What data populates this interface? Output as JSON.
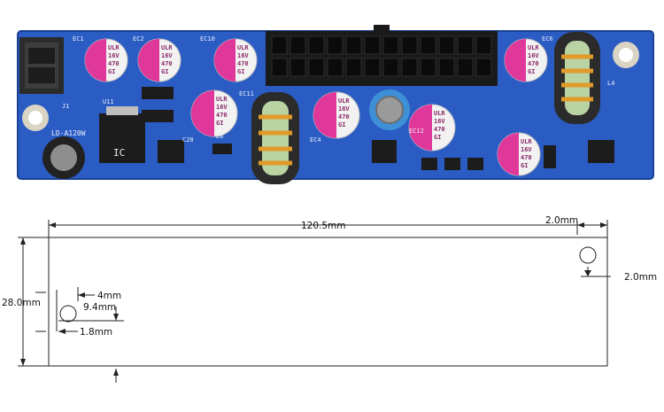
{
  "board": {
    "silkscreen": {
      "model": "LD-A120W",
      "j1": "J1",
      "u11": "U11",
      "l4": "L4",
      "ec1": "EC1",
      "ec2": "EC2",
      "ec10": "EC10",
      "ec11": "EC11",
      "ec4": "EC4",
      "ec6": "EC6",
      "ec12": "EC12",
      "d6": "D6",
      "c20": "C20"
    },
    "capacitor_label": [
      "ULR",
      "16V",
      "470",
      "GI"
    ],
    "ic_text": "IC"
  },
  "drawing": {
    "width_label": "120.5mm",
    "height_label": "28.0mm",
    "top_right_offset_label": "2.0mm",
    "right_offset_label": "2.0mm",
    "left_hole_x_label": "4mm",
    "left_hole_y_label": "9.4mm",
    "left_hole_dia_label": "1.8mm"
  }
}
